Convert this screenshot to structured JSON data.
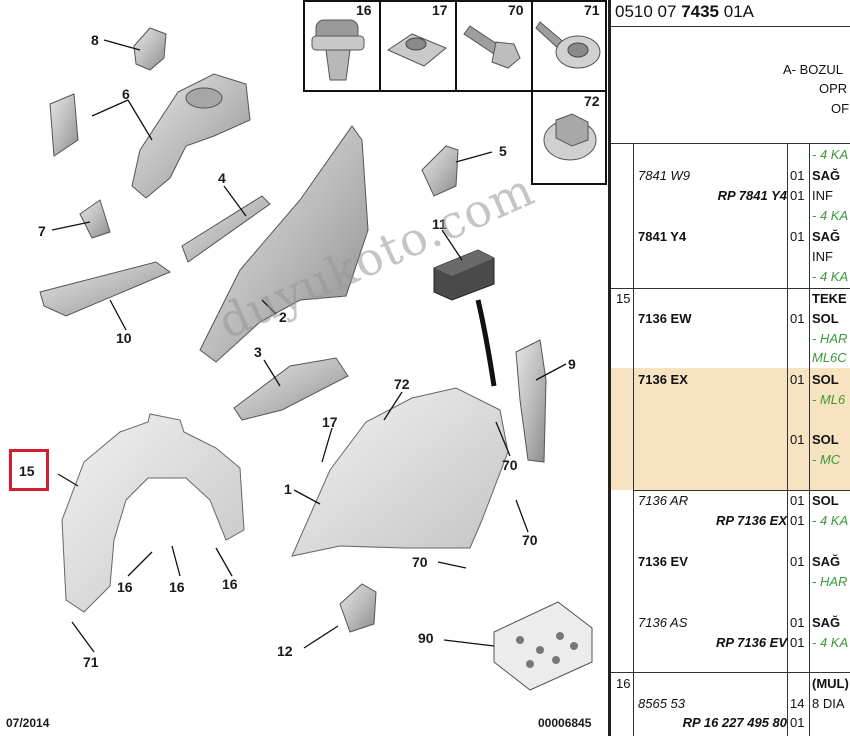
{
  "diagram": {
    "labels": {
      "p1": "1",
      "p2": "2",
      "p3": "3",
      "p4": "4",
      "p5": "5",
      "p6": "6",
      "p7": "7",
      "p8": "8",
      "p9": "9",
      "p10": "10",
      "p11": "11",
      "p12": "12",
      "p15": "15",
      "p16a": "16",
      "p16b": "16",
      "p16c": "16",
      "p17": "17",
      "p70a": "70",
      "p70b": "70",
      "p70c": "70",
      "p71": "71",
      "p72": "72",
      "p90": "90"
    },
    "legend": {
      "b16": "16",
      "b17": "17",
      "b70": "70",
      "b71": "71",
      "b72": "72"
    },
    "footer_date": "07/2014",
    "footer_code": "00006845",
    "watermark": "duyukoto.com",
    "highlight_color": "#d21f2f"
  },
  "panel": {
    "ref_prefix": "0510 07 ",
    "ref_bold": "7435",
    "ref_suffix": " 01A",
    "header_lines": [
      "A- BOZUL",
      "OPR",
      "OF"
    ],
    "rows": [
      {
        "cells": [
          "- 4 KA"
        ]
      },
      {
        "part": "7841 W9",
        "qty": "01",
        "desc": "SAĞ"
      },
      {
        "rp": "RP 7841 Y4",
        "qty": "01",
        "desc": "INF"
      },
      {
        "note": "- 4 KA"
      },
      {
        "part": "7841 Y4",
        "qty": "01",
        "desc": "SAĞ"
      },
      {
        "desc": "INF"
      },
      {
        "note": "- 4 KA"
      },
      {
        "item": "15",
        "desc": "TEKE"
      },
      {
        "part": "7136 EW",
        "qty": "01",
        "desc": "SOL"
      },
      {
        "note": "- HAR"
      },
      {
        "note": "ML6C"
      },
      {
        "part": "7136 EX",
        "qty": "01",
        "desc": "SOL"
      },
      {
        "note": "- ML6"
      },
      {
        "qty": "01",
        "desc": "SOL"
      },
      {
        "note": "- MC"
      },
      {
        "part": "7136 AR",
        "qty": "01",
        "desc": "SOL"
      },
      {
        "rp": "RP 7136 EX",
        "qty": "01",
        "note": "- 4 KA"
      },
      {
        "part": "7136 EV",
        "qty": "01",
        "desc": "SAĞ"
      },
      {
        "note": "- HAR"
      },
      {
        "part": "7136 AS",
        "qty": "01",
        "desc": "SAĞ"
      },
      {
        "rp": "RP 7136 EV",
        "qty": "01",
        "note": "- 4 KA"
      },
      {
        "item": "16",
        "desc": "(MUL)"
      },
      {
        "part": "8565 53",
        "qty": "14",
        "desc": "8 DIA"
      },
      {
        "rp": "RP 16 227 495 80",
        "qty": "01"
      }
    ],
    "highlight_color": "#f7e3c2",
    "note_color": "#3a9a3a"
  }
}
